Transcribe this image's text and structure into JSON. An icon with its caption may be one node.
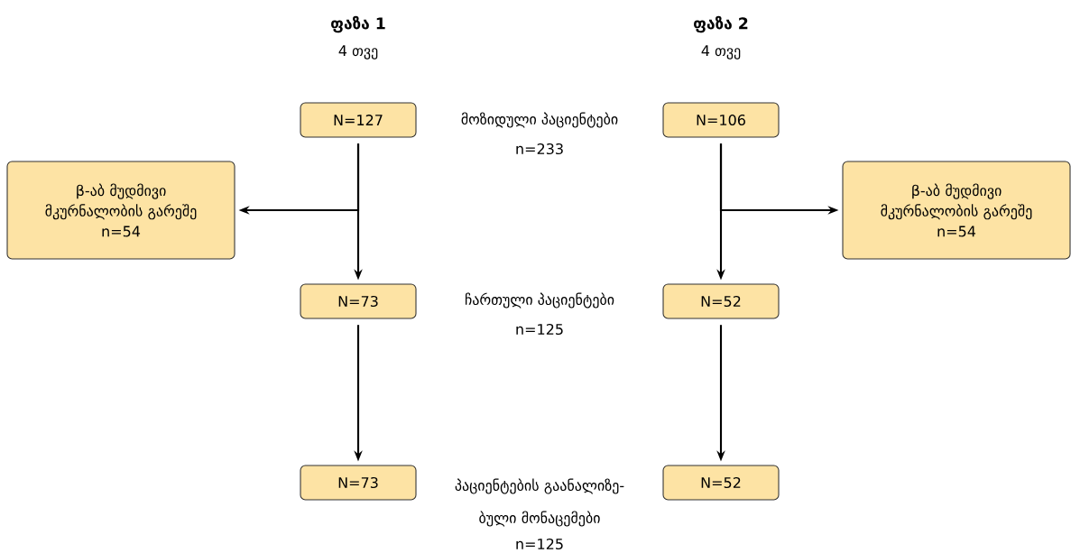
{
  "diagram": {
    "nodes": [
      {
        "text": [
          "N=127"
        ]
      },
      {
        "text": [
          "β-აბ მუდმივი მკურნალობის გარეშე",
          "n=54"
        ]
      },
      {
        "text": [
          "N=73"
        ]
      },
      {
        "text": [
          "N=73"
        ]
      },
      {
        "text": [
          "N=106"
        ]
      },
      {
        "text": [
          "β-აბ მუდმივი მკურნალობის გარეშე",
          "n=54"
        ]
      },
      {
        "text": [
          "N=52"
        ]
      },
      {
        "text": [
          "N=52"
        ]
      }
    ],
    "edges": [
      {
        "from": 0,
        "to": 2,
        "arrow": "to"
      },
      {
        "from": 0,
        "to": 1,
        "arrow": "to"
      },
      {
        "from": 2,
        "to": 3,
        "arrow": "to"
      },
      {
        "from": 4,
        "to": 6,
        "arrow": "to"
      },
      {
        "from": 4,
        "to": 5,
        "arrow": "to"
      },
      {
        "from": 6,
        "to": 7,
        "arrow": "to"
      }
    ],
    "labels": [
      "ფაზა 1",
      "ფაზა 2",
      "4 თვე",
      "4 თვე",
      "მოზიდული პაციენტები",
      "n=233",
      "ჩართული პაციენტები",
      "n=125",
      "პაციენტების გაანალიზე- ბული მონაცემები",
      "n=125"
    ]
  }
}
